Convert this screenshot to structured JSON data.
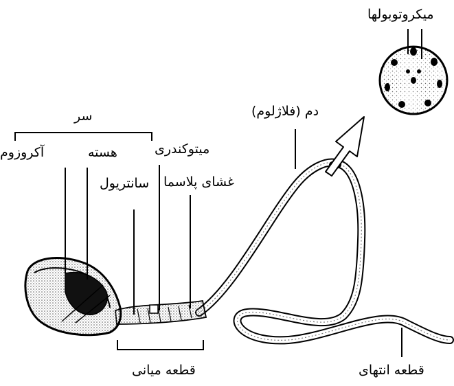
{
  "labels": {
    "head": "سر",
    "acrosome": "آکروزوم",
    "nucleus": "هسته",
    "mitochondria": "میتوکندری",
    "centriole": "سانتریول",
    "plasma_membrane": "غشای پلاسما",
    "flagellum": "دم (فلاژلوم)",
    "microtubules": "میکروتوبولها",
    "middle_piece": "قطعه میانی",
    "end_piece": "قطعه انتهای"
  },
  "colors": {
    "ink": "#000000",
    "paper": "#ffffff",
    "stipple": "#555555"
  },
  "icons": {
    "arrow": "arrow-icon"
  }
}
